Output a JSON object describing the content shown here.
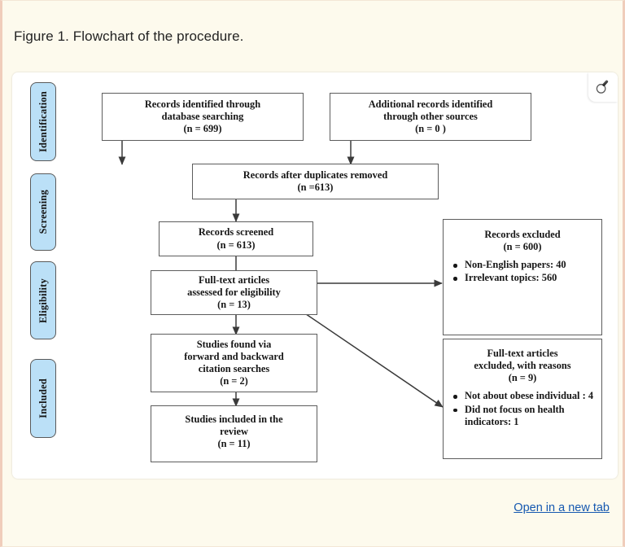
{
  "page": {
    "caption": "Figure 1. Flowchart of the procedure.",
    "background_color": "#fdfaed",
    "card_color": "#ffffff",
    "accent_color": "#bbe0f7",
    "link_color": "#1558b0"
  },
  "figure": {
    "zoom_icon": "magnifier-icon",
    "open_link_label": "Open in a new tab"
  },
  "chart_data": {
    "type": "diagram",
    "title": "PRISMA flow diagram",
    "phases": [
      {
        "label": "Identification"
      },
      {
        "label": "Screening"
      },
      {
        "label": "Eligibility"
      },
      {
        "label": "Included"
      }
    ],
    "nodes": [
      {
        "id": "db-search",
        "lines": "Records identified through\ndatabase searching\n(n =  699)",
        "n": 699
      },
      {
        "id": "other-sources",
        "lines": "Additional records identified\nthrough other sources\n(n = 0 )",
        "n": 0
      },
      {
        "id": "duplicates-removed",
        "lines": "Records after duplicates removed\n(n =613)",
        "n": 613
      },
      {
        "id": "records-screened",
        "lines": "Records screened\n(n =   613)",
        "n": 613
      },
      {
        "id": "records-excluded",
        "lines": "Records excluded\n(n = 600)",
        "n": 600,
        "bullets": [
          "Non-English papers: 40",
          "Irrelevant topics: 560"
        ]
      },
      {
        "id": "fulltext-assessed",
        "lines": "Full-text articles\nassessed for eligibility\n(n =    13)",
        "n": 13
      },
      {
        "id": "fulltext-excluded",
        "lines": "Full-text articles\nexcluded, with reasons\n(n = 9)",
        "n": 9,
        "bullets": [
          "Not about obese individual : 4",
          "Did not focus on health indicators: 1"
        ]
      },
      {
        "id": "citation-searches",
        "lines": "Studies found via\nforward and backward\ncitation searches\n(n = 2)",
        "n": 2
      },
      {
        "id": "studies-included",
        "lines": "Studies included in the\nreview\n(n = 11)",
        "n": 11
      }
    ],
    "edges": [
      {
        "from": "db-search",
        "to": "duplicates-removed"
      },
      {
        "from": "other-sources",
        "to": "duplicates-removed"
      },
      {
        "from": "duplicates-removed",
        "to": "records-screened"
      },
      {
        "from": "records-screened",
        "to": "fulltext-assessed"
      },
      {
        "from": "fulltext-assessed",
        "to": "records-excluded"
      },
      {
        "from": "fulltext-assessed",
        "to": "fulltext-excluded",
        "double": true
      },
      {
        "from": "fulltext-assessed",
        "to": "citation-searches"
      },
      {
        "from": "citation-searches",
        "to": "studies-included"
      }
    ]
  }
}
